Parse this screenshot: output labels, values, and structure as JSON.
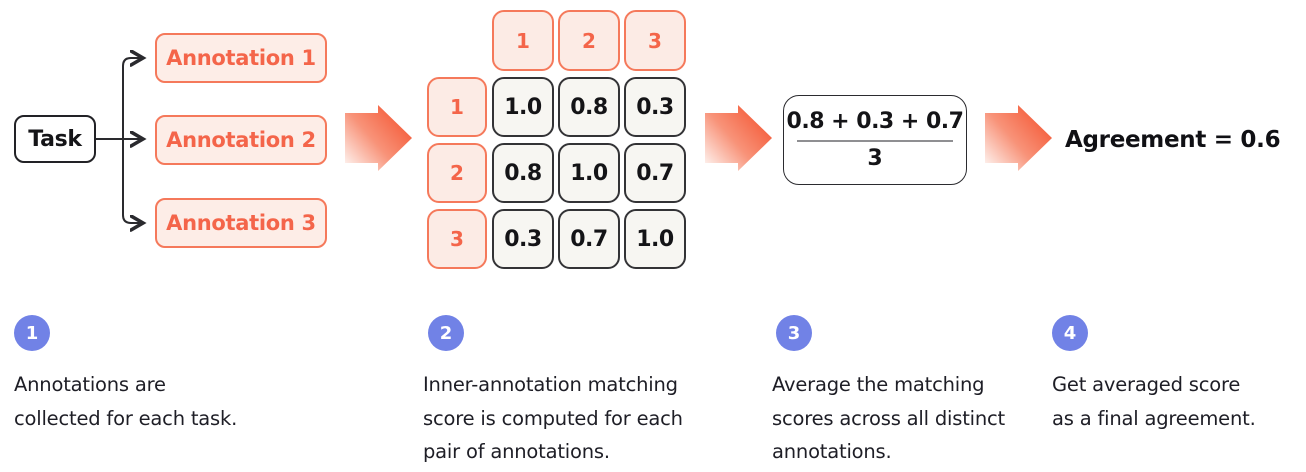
{
  "palette": {
    "coral_text": "#f4654a",
    "coral_border": "#f5795b",
    "coral_fill": "#fdede7",
    "arrow_gradient_tail": "#fdf2ee",
    "arrow_gradient_tip": "#f45a38",
    "matrix_cell_fill": "#f7f6f2",
    "matrix_cell_border": "#333336",
    "ink": "#1e1e26",
    "step_circle_blue": "#7182e6",
    "fraction_divider_gray": "#8f8f92"
  },
  "flow": {
    "task_label": "Task",
    "annotations": [
      {
        "label": "Annotation 1"
      },
      {
        "label": "Annotation 2"
      },
      {
        "label": "Annotation 3"
      }
    ]
  },
  "matrix": {
    "col_headers": [
      "1",
      "2",
      "3"
    ],
    "row_headers": [
      "1",
      "2",
      "3"
    ],
    "rows": [
      [
        "1.0",
        "0.8",
        "0.3"
      ],
      [
        "0.8",
        "1.0",
        "0.7"
      ],
      [
        "0.3",
        "0.7",
        "1.0"
      ]
    ]
  },
  "formula": {
    "numerator": "0.8 + 0.3 + 0.7",
    "denominator": "3"
  },
  "result": {
    "label": "Agreement = 0.6"
  },
  "steps": [
    {
      "number": "1",
      "lines": [
        "Annotations are",
        "collected for each task.",
        ""
      ]
    },
    {
      "number": "2",
      "lines": [
        "Inner-annotation matching",
        "score is computed for each",
        "pair of annotations."
      ]
    },
    {
      "number": "3",
      "lines": [
        "Average the matching",
        "scores across all distinct",
        "annotations."
      ]
    },
    {
      "number": "4",
      "lines": [
        "Get averaged score",
        "as a final agreement.",
        ""
      ]
    }
  ]
}
